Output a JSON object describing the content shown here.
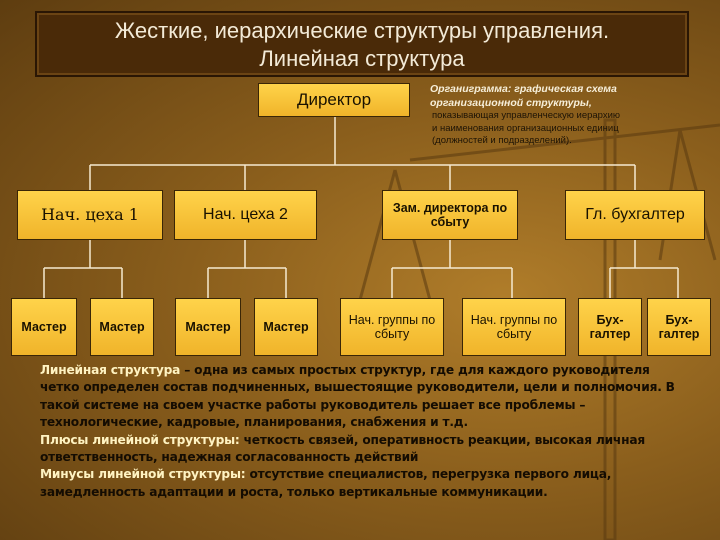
{
  "title": {
    "line1": "Жесткие, иерархические структуры управления.",
    "line2": "Линейная структура"
  },
  "note": {
    "bold": "Органиграмма: графическая схема организационной структуры,",
    "line1": "показывающая управленческую иерархию",
    "line2": "и наименования организационных единиц",
    "line3": "(должностей и подразделений)."
  },
  "org": {
    "director": "Директор",
    "level2": [
      "Нач. цеха 1",
      "Нач. цеха 2",
      "Зам. директора по сбыту",
      "Гл. бухгалтер"
    ],
    "level3": [
      "Мастер",
      "Мастер",
      "Мастер",
      "Мастер",
      "Нач. группы по сбыту",
      "Нач. группы по сбыту",
      "Бух-галтер",
      "Бух-галтер"
    ]
  },
  "description": {
    "intro_highlight": "Линейная структура",
    "intro_text": " – одна из самых простых структур, где для каждого руководителя четко определен состав подчиненных, вышестоящие руководители, цели и полномочия. В такой системе на своем участке работы руководитель решает все проблемы – технологические, кадровые, планирования, снабжения и т.д.",
    "pros_label": "Плюсы линейной структуры:",
    "pros_text": " четкость связей, оперативность реакции, высокая личная ответственность, надежная согласованность действий",
    "cons_label": "Минусы линейной структуры:",
    "cons_text": " отсутствие специалистов, перегрузка первого лица, замедленность адаптации и роста, только вертикальные коммуникации."
  },
  "colors": {
    "box_fill": "#f5c13a",
    "title_bg": "#4a2a08",
    "highlight": "#fff3c2"
  }
}
